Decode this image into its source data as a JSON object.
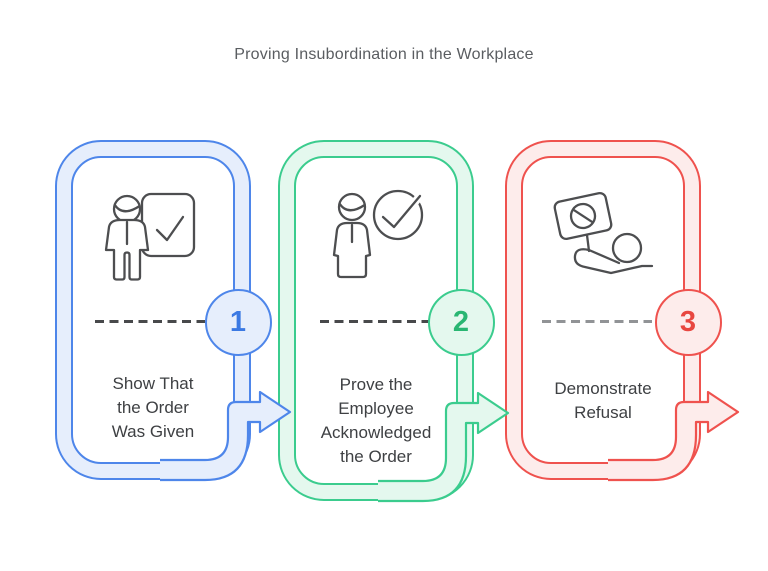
{
  "title": "Proving Insubordination in the Workplace",
  "steps": [
    {
      "number": "1",
      "icon": "person-presentation-check",
      "lines": [
        "Show That",
        "the Order",
        "Was Given"
      ],
      "accent_color": "#4e86ea",
      "tint_color": "#e6eefc",
      "number_color": "#3b79e3",
      "dash_color": "#48494b"
    },
    {
      "number": "2",
      "icon": "person-acknowledge-check",
      "lines": [
        "Prove the",
        "Employee",
        "Acknowledged",
        "the Order"
      ],
      "accent_color": "#3bcc8e",
      "tint_color": "#e4f8ee",
      "number_color": "#29b672",
      "dash_color": "#48494b"
    },
    {
      "number": "3",
      "icon": "hand-holding-refusal-sign",
      "lines": [
        "Demonstrate",
        "Refusal"
      ],
      "accent_color": "#ef524e",
      "tint_color": "#fdeceb",
      "number_color": "#e84740",
      "dash_color": "#919396"
    }
  ]
}
